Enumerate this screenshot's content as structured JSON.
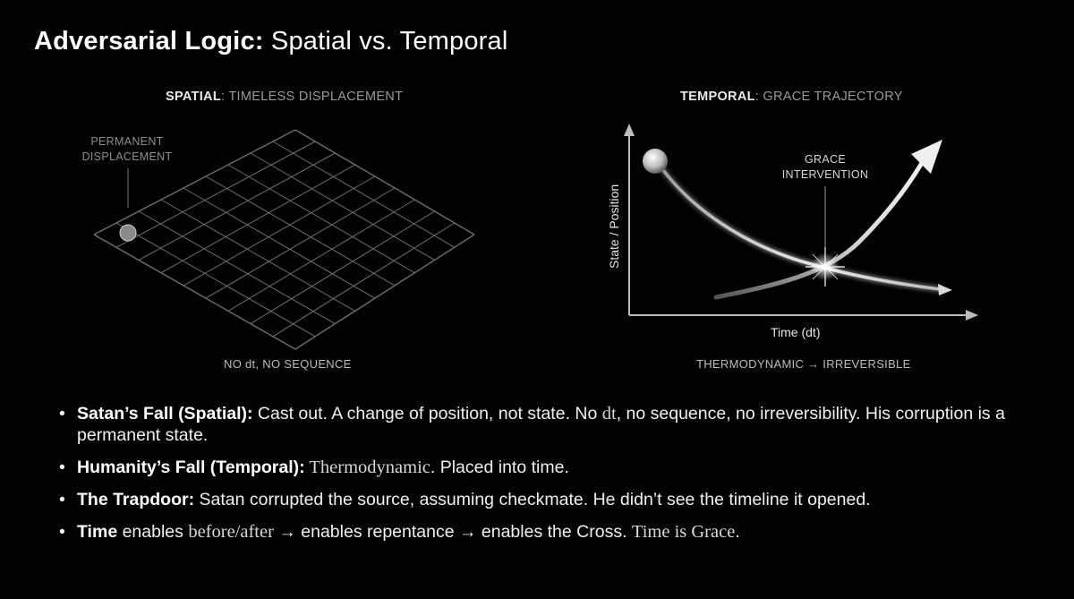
{
  "title": {
    "bold": "Adversarial Logic:",
    "light": "Spatial vs. Temporal"
  },
  "spatial": {
    "heading_bold": "SPATIAL",
    "heading_rest": ": TIMELESS DISPLACEMENT",
    "annotation_line1": "PERMANENT",
    "annotation_line2": "DISPLACEMENT",
    "caption": "NO dt, NO SEQUENCE"
  },
  "temporal": {
    "heading_bold": "TEMPORAL",
    "heading_rest": ": GRACE TRAJECTORY",
    "annotation_line1": "GRACE",
    "annotation_line2": "INTERVENTION",
    "x_axis_label": "Time (dt)",
    "y_axis_label": "State / Position",
    "caption": "THERMODYNAMIC → IRREVERSIBLE"
  },
  "bullets": [
    {
      "lead": "Satan’s Fall (Spatial):",
      "t1": " Cast out. A change of position, not state. No ",
      "serif1": "dt",
      "t2": ", no sequence, no irreversibility. His corruption is a permanent state."
    },
    {
      "lead": "Humanity’s Fall (Temporal):",
      "serif1": " Thermodynamic",
      "t1": ". Placed into time."
    },
    {
      "lead": "The Trapdoor:",
      "t1": " Satan corrupted the source, assuming checkmate. He didn’t see the timeline it opened."
    },
    {
      "lead": "Time",
      "t1": " enables ",
      "serif1": "before/after",
      "t2": " → enables repentance → enables the Cross. ",
      "serif2": "Time is Grace",
      "t3": "."
    }
  ],
  "colors": {
    "background": "#000000",
    "text": "#f0f0f0",
    "muted": "#9a9a9a",
    "grid": "#6e6e6e"
  }
}
